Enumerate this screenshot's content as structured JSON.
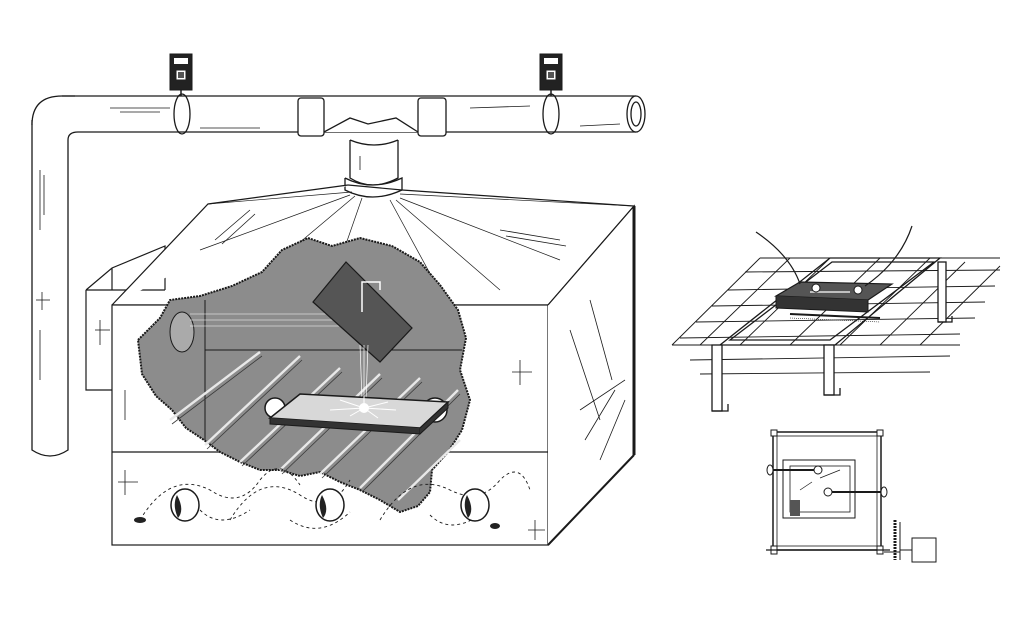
{
  "diagram": {
    "colors": {
      "background": "#ffffff",
      "line": "#1a1a1a",
      "cutaway_fill": "#8c8c8c",
      "plate_fill": "#d8d8d8",
      "dark_block": "#555555",
      "sensor_body": "#222222"
    },
    "components": [
      "exhaust-duct",
      "air-sensor-left",
      "air-sensor-right",
      "hood-collar",
      "enclosure-box",
      "cutaway-interior",
      "laser-head",
      "workpiece-plate",
      "circulation-fans",
      "grid-stand-fixture",
      "top-view-fixture"
    ]
  }
}
